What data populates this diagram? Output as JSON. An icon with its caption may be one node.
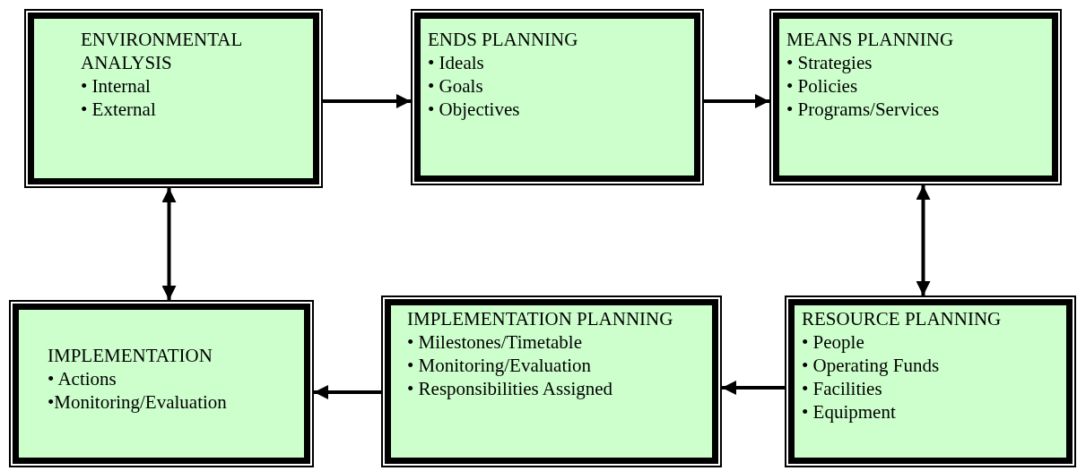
{
  "diagram": {
    "nodes": [
      {
        "text": [
          "ENVIRONMENTAL ANALYSIS",
          "• Internal",
          "• External"
        ]
      },
      {
        "text": [
          "ENDS PLANNING",
          "• Ideals",
          "• Goals",
          "• Objectives"
        ]
      },
      {
        "text": [
          "MEANS PLANNING",
          "• Strategies",
          "• Policies",
          "• Programs/Services"
        ]
      },
      {
        "text": [
          "IMPLEMENTATION",
          "• Actions",
          "•Monitoring/Evaluation"
        ]
      },
      {
        "text": [
          "IMPLEMENTATION PLANNING",
          "• Milestones/Timetable",
          "• Monitoring/Evaluation",
          "• Responsibilities Assigned"
        ]
      },
      {
        "text": [
          "RESOURCE PLANNING",
          "• People",
          "• Operating Funds",
          "• Facilities",
          "• Equipment"
        ]
      }
    ],
    "edges": [
      {
        "from": 0,
        "to": 1,
        "arrow": "to"
      },
      {
        "from": 1,
        "to": 2,
        "arrow": "to"
      },
      {
        "from": 0,
        "to": 3,
        "arrow": "both"
      },
      {
        "from": 2,
        "to": 5,
        "arrow": "both"
      },
      {
        "from": 5,
        "to": 4,
        "arrow": "to"
      },
      {
        "from": 4,
        "to": 3,
        "arrow": "to"
      }
    ]
  }
}
